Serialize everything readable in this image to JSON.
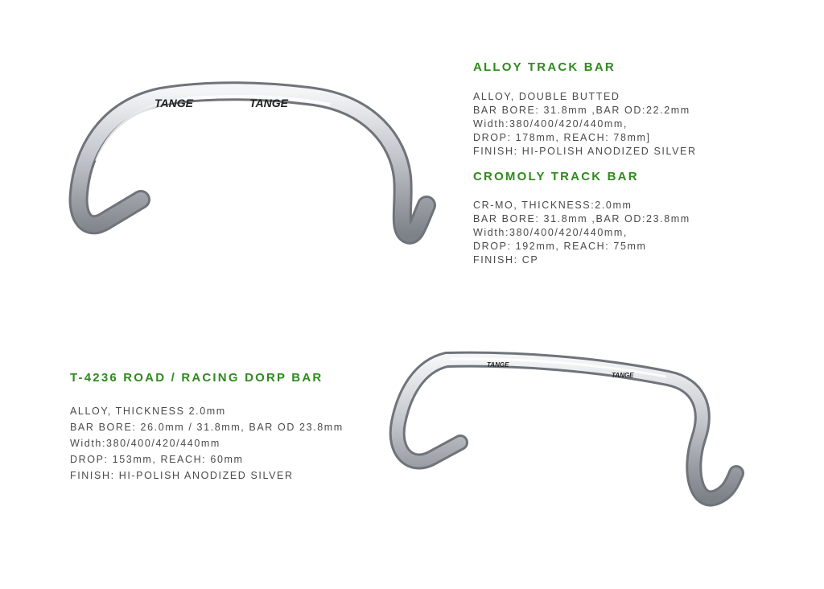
{
  "products": [
    {
      "title": "ALLOY TRACK BAR",
      "specs": [
        "ALLOY, DOUBLE BUTTED",
        "BAR BORE: 31.8mm ,BAR OD:22.2mm",
        "Width:380/400/420/440mm,",
        "DROP: 178mm, REACH: 78mm]",
        "FINISH: HI-POLISH ANODIZED SILVER"
      ]
    },
    {
      "title": "CROMOLY TRACK BAR",
      "specs": [
        "CR-MO, THICKNESS:2.0mm",
        "BAR BORE: 31.8mm ,BAR OD:23.8mm",
        "Width:380/400/420/440mm,",
        "DROP: 192mm, REACH: 75mm",
        "FINISH: CP"
      ]
    },
    {
      "title": "T-4236 ROAD / RACING DORP BAR",
      "specs": [
        "ALLOY, THICKNESS 2.0mm",
        "BAR BORE: 26.0mm / 31.8mm, BAR OD 23.8mm",
        "Width:380/400/420/440mm",
        "DROP: 153mm, REACH: 60mm",
        "FINISH: HI-POLISH ANODIZED SILVER"
      ]
    }
  ],
  "logo_text": "TANGE",
  "colors": {
    "heading": "#2f8a1c",
    "text": "#4a4a4a"
  }
}
